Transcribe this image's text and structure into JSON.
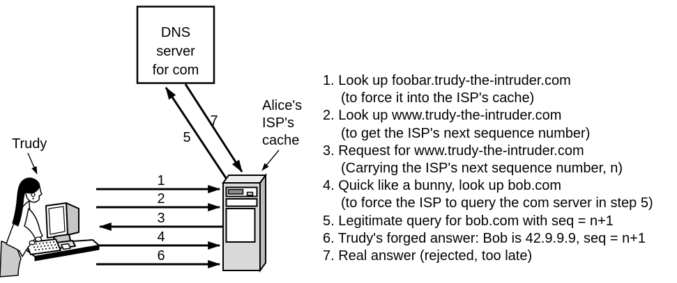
{
  "diagram": {
    "trudy_label": "Trudy",
    "dns_box": {
      "line1": "DNS",
      "line2": "server",
      "line3": "for com"
    },
    "isp_cache_label": {
      "line1": "Alice's",
      "line2": "ISP's",
      "line3": "cache"
    },
    "arrow_labels": {
      "a1": "1",
      "a2": "2",
      "a3": "3",
      "a4": "4",
      "a5": "5",
      "a6": "6",
      "a7": "7"
    }
  },
  "steps": [
    {
      "main": "1. Look up foobar.trudy-the-intruder.com",
      "sub": "(to force it into the ISP's cache)"
    },
    {
      "main": "2. Look up www.trudy-the-intruder.com",
      "sub": "(to get the ISP's next sequence number)"
    },
    {
      "main": "3. Request for www.trudy-the-intruder.com",
      "sub": "(Carrying the ISP's next sequence number, n)"
    },
    {
      "main": "4. Quick like a bunny, look up bob.com",
      "sub": "(to force the ISP to query the com server in step 5)"
    },
    {
      "main": "5. Legitimate query for bob.com with seq = n+1",
      "sub": ""
    },
    {
      "main": "6. Trudy's forged answer: Bob is 42.9.9.9, seq = n+1",
      "sub": ""
    },
    {
      "main": "7. Real answer (rejected, too late)",
      "sub": ""
    }
  ],
  "colors": {
    "ink": "#000000",
    "tower_front": "#d9d9d9",
    "tower_side": "#bdbdbd",
    "tower_top": "#ededed",
    "drive_bar": "#8c8c8c",
    "monitor_side": "#c6c6c6",
    "monitor_top": "#e0e0e0",
    "stand": "#c9c9c9",
    "skirt": "#cccccc",
    "hair": "#000000"
  }
}
